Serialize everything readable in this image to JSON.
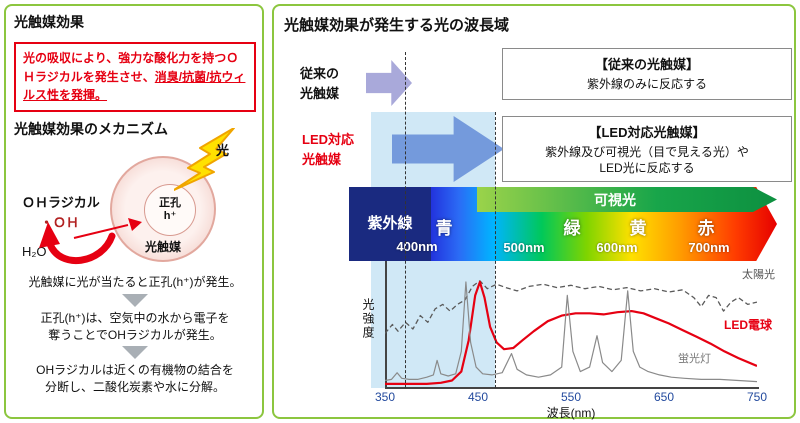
{
  "left_panel": {
    "title": "光触媒効果",
    "highlight_box": {
      "text_normal": "光の吸収により、強力な酸化力を持つＯＨラジカルを発生させ、",
      "text_underlined": "消臭/抗菌/抗ウィルス性を発揮。"
    },
    "mechanism": {
      "title": "光触媒効果のメカニズム",
      "light_label": "光",
      "oh_radical_label": "ＯＨラジカル",
      "oh_label": "・ＯＨ",
      "h2o_label": "H₂O",
      "hole_label": "正孔",
      "hole_symbol": "h⁺",
      "photocatalyst_label": "光触媒"
    },
    "steps": [
      "光触媒に光が当たると正孔(h⁺)が発生。",
      "正孔(h⁺)は、空気中の水から電子を\n奪うことでOHラジカルが発生。",
      "OHラジカルは近くの有機物の結合を\n分断し、二酸化炭素や水に分解。"
    ]
  },
  "right_panel": {
    "title": "光触媒効果が発生する光の波長域",
    "conventional_label": "従来の\n光触媒",
    "led_label": "LED対応\n光触媒",
    "conventional_box": {
      "title": "【従来の光触媒】",
      "body": "紫外線のみに反応する"
    },
    "led_box": {
      "title": "【LED対応光触媒】",
      "body": "紫外線及び可視光（目で見える光）や\nLED光に反応する"
    },
    "spectrum": {
      "uv_label": "紫外線",
      "visible_label": "可視光",
      "color_labels": [
        "青",
        "緑",
        "黄",
        "赤"
      ],
      "wavelength_labels": [
        "400nm",
        "500nm",
        "600nm",
        "700nm"
      ]
    }
  },
  "chart_data": {
    "type": "line",
    "title": "",
    "xlabel": "波長(nm)",
    "ylabel": "光強度",
    "xlim": [
      350,
      750
    ],
    "ylim": [
      0,
      1
    ],
    "xticks": [
      350,
      450,
      550,
      650,
      750
    ],
    "grid": false,
    "legend_position": "inline-right",
    "highlight_region_nm": [
      335,
      468
    ],
    "dashed_lines_nm": [
      371,
      468
    ],
    "series": [
      {
        "name": "太陽光",
        "color": "#5a5a5a",
        "style": "dashed",
        "width": 1.3,
        "points": [
          [
            350,
            0.46
          ],
          [
            358,
            0.54
          ],
          [
            364,
            0.48
          ],
          [
            372,
            0.56
          ],
          [
            380,
            0.5
          ],
          [
            388,
            0.62
          ],
          [
            396,
            0.56
          ],
          [
            404,
            0.68
          ],
          [
            412,
            0.72
          ],
          [
            420,
            0.66
          ],
          [
            428,
            0.72
          ],
          [
            436,
            0.76
          ],
          [
            444,
            0.88
          ],
          [
            452,
            0.93
          ],
          [
            460,
            0.86
          ],
          [
            470,
            0.9
          ],
          [
            480,
            0.87
          ],
          [
            492,
            0.84
          ],
          [
            505,
            0.88
          ],
          [
            520,
            0.9
          ],
          [
            535,
            0.87
          ],
          [
            550,
            0.89
          ],
          [
            565,
            0.86
          ],
          [
            580,
            0.88
          ],
          [
            595,
            0.85
          ],
          [
            610,
            0.87
          ],
          [
            625,
            0.84
          ],
          [
            640,
            0.86
          ],
          [
            655,
            0.83
          ],
          [
            670,
            0.85
          ],
          [
            682,
            0.78
          ],
          [
            690,
            0.7
          ],
          [
            698,
            0.8
          ],
          [
            706,
            0.78
          ],
          [
            714,
            0.66
          ],
          [
            722,
            0.74
          ],
          [
            730,
            0.78
          ],
          [
            740,
            0.72
          ],
          [
            750,
            0.74
          ]
        ]
      },
      {
        "name": "LED電球",
        "color": "#e60012",
        "style": "solid",
        "width": 2.2,
        "points": [
          [
            350,
            0.01
          ],
          [
            395,
            0.01
          ],
          [
            410,
            0.02
          ],
          [
            422,
            0.04
          ],
          [
            432,
            0.12
          ],
          [
            440,
            0.4
          ],
          [
            447,
            0.8
          ],
          [
            452,
            0.92
          ],
          [
            457,
            0.78
          ],
          [
            463,
            0.52
          ],
          [
            470,
            0.38
          ],
          [
            478,
            0.32
          ],
          [
            488,
            0.33
          ],
          [
            498,
            0.4
          ],
          [
            510,
            0.48
          ],
          [
            525,
            0.57
          ],
          [
            540,
            0.62
          ],
          [
            555,
            0.64
          ],
          [
            570,
            0.64
          ],
          [
            585,
            0.63
          ],
          [
            600,
            0.65
          ],
          [
            615,
            0.66
          ],
          [
            628,
            0.64
          ],
          [
            640,
            0.6
          ],
          [
            655,
            0.55
          ],
          [
            670,
            0.49
          ],
          [
            685,
            0.43
          ],
          [
            700,
            0.37
          ],
          [
            715,
            0.3
          ],
          [
            730,
            0.24
          ],
          [
            750,
            0.17
          ]
        ]
      },
      {
        "name": "蛍光灯",
        "color": "#8a8a8a",
        "style": "solid",
        "width": 1.2,
        "points": [
          [
            350,
            0.04
          ],
          [
            357,
            0.05
          ],
          [
            363,
            0.11
          ],
          [
            368,
            0.06
          ],
          [
            376,
            0.05
          ],
          [
            385,
            0.05
          ],
          [
            395,
            0.07
          ],
          [
            402,
            0.09
          ],
          [
            406,
            0.22
          ],
          [
            410,
            0.1
          ],
          [
            418,
            0.08
          ],
          [
            426,
            0.1
          ],
          [
            432,
            0.3
          ],
          [
            437,
            0.92
          ],
          [
            442,
            0.38
          ],
          [
            448,
            0.16
          ],
          [
            455,
            0.1
          ],
          [
            465,
            0.09
          ],
          [
            476,
            0.11
          ],
          [
            486,
            0.28
          ],
          [
            492,
            0.14
          ],
          [
            502,
            0.09
          ],
          [
            515,
            0.07
          ],
          [
            528,
            0.09
          ],
          [
            540,
            0.16
          ],
          [
            546,
            0.8
          ],
          [
            552,
            0.3
          ],
          [
            560,
            0.12
          ],
          [
            570,
            0.16
          ],
          [
            578,
            0.44
          ],
          [
            584,
            0.2
          ],
          [
            594,
            0.12
          ],
          [
            604,
            0.22
          ],
          [
            611,
            0.84
          ],
          [
            617,
            0.3
          ],
          [
            624,
            0.16
          ],
          [
            633,
            0.12
          ],
          [
            645,
            0.09
          ],
          [
            658,
            0.07
          ],
          [
            672,
            0.06
          ],
          [
            690,
            0.05
          ],
          [
            710,
            0.05
          ],
          [
            730,
            0.04
          ],
          [
            750,
            0.03
          ]
        ]
      }
    ]
  }
}
